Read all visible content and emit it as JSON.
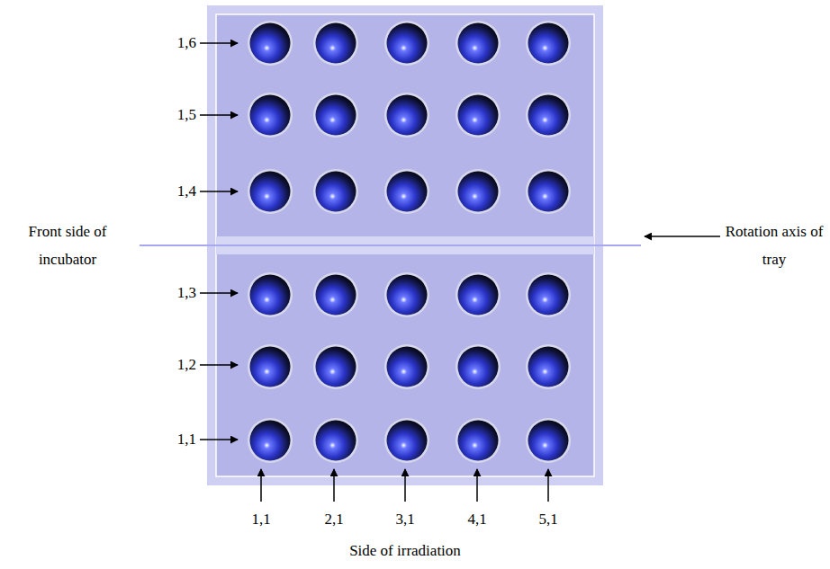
{
  "diagram": {
    "labels": [
      "1,6",
      "1,5",
      "1,4",
      "Front side of incubator",
      "Rotation axis of tray",
      "1,3",
      "1,2",
      "1,1",
      "1,1",
      "2,1",
      "3,1",
      "4,1",
      "5,1",
      "Side of irradiation"
    ]
  }
}
